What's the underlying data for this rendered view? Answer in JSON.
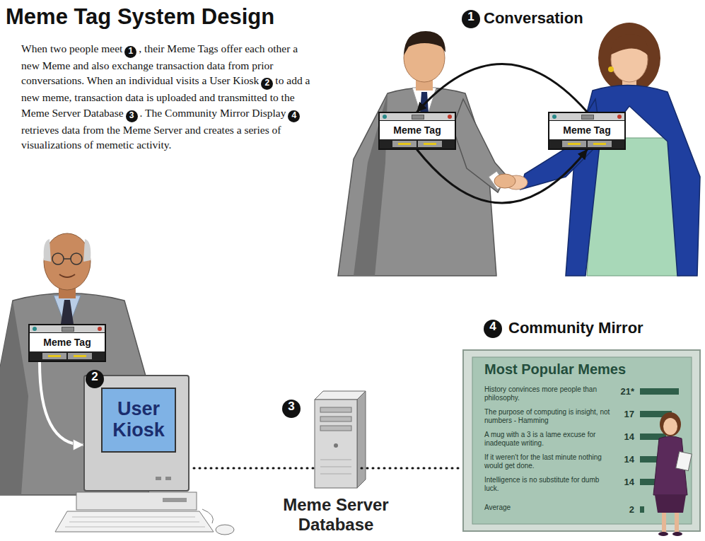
{
  "diagram": {
    "title": "Meme Tag System Design",
    "nodes": [
      {
        "text": [
          "Meme Tag"
        ]
      },
      {
        "text": [
          "Meme Tag"
        ]
      },
      {
        "text": [
          "Meme Tag"
        ]
      },
      {
        "text": [
          "User Kiosk"
        ]
      },
      {
        "text": [
          "Meme Server Database"
        ]
      },
      {
        "text": [
          "Most Popular Memes",
          "History convinces more people than philosophy.",
          "21*",
          "The purpose of computing is insight, not numbers - Hamming",
          "17",
          "A mug with a 3 is a lame excuse for inadequate writing.",
          "14",
          "If it weren't for the last minute nothing would get done.",
          "14",
          "Intelligence is no substitute for dumb luck.",
          "14",
          "Average",
          "2"
        ]
      }
    ],
    "edges": [
      {
        "from": 1,
        "to": 0,
        "arrow": "to"
      },
      {
        "from": 0,
        "to": 1,
        "arrow": "to"
      },
      {
        "from": 2,
        "to": 3,
        "arrow": "to"
      },
      {
        "from": 3,
        "to": 4,
        "arrow": "none"
      },
      {
        "from": 4,
        "to": 5,
        "arrow": "none"
      }
    ],
    "labels": [
      "When two people meet",
      "1",
      ", their Meme Tags offer each other a new Meme and also exchange transaction data from prior conversations. When an individual visits a User Kiosk",
      "2",
      "to add a new meme, transaction data is uploaded and transmitted to the Meme Server Database",
      "3",
      ". The Community Mirror Display",
      "4",
      "retrieves data from the Meme Server and creates a series of visualizations of memetic activity.",
      "1",
      "Conversation",
      "2",
      "3",
      "4",
      "Community Mirror"
    ]
  }
}
